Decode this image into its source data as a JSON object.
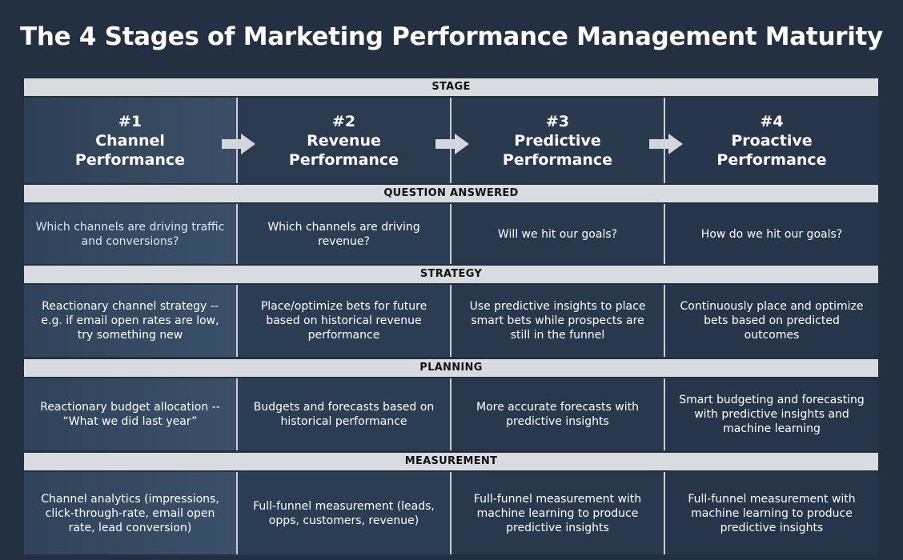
{
  "title": "The 4 Stages of Marketing Performance Management Maturity",
  "sections": {
    "stage": "STAGE",
    "question": "QUESTION ANSWERED",
    "strategy": "STRATEGY",
    "planning": "PLANNING",
    "measurement": "MEASUREMENT"
  },
  "stages": [
    {
      "num": "#1",
      "name": "Channel Performance"
    },
    {
      "num": "#2",
      "name": "Revenue Performance"
    },
    {
      "num": "#3",
      "name": "Predictive Performance"
    },
    {
      "num": "#4",
      "name": "Proactive Performance"
    }
  ],
  "question": [
    "Which channels are driving traffic and conversions?",
    "Which channels are driving revenue?",
    "Will we hit our goals?",
    "How do we hit our goals?"
  ],
  "strategy": [
    "Reactionary channel strategy -- e.g. if email open rates are low, try something new",
    "Place/optimize bets for future based on historical revenue performance",
    "Use predictive insights to place smart bets while prospects are still in the funnel",
    "Continuously place and optimize bets based on predicted outcomes"
  ],
  "planning": [
    "Reactionary budget allocation -- “What we did last year”",
    "Budgets and forecasts based on historical performance",
    "More accurate forecasts with predictive insights",
    "Smart budgeting and forecasting with predictive insights and machine learning"
  ],
  "measurement": [
    "Channel analytics (impressions, click-through-rate, email open rate, lead conversion)",
    "Full-funnel measurement (leads, opps, customers, revenue)",
    "Full-funnel measurement with machine learning to produce predictive insights",
    "Full-funnel measurement with machine learning to produce predictive insights"
  ]
}
